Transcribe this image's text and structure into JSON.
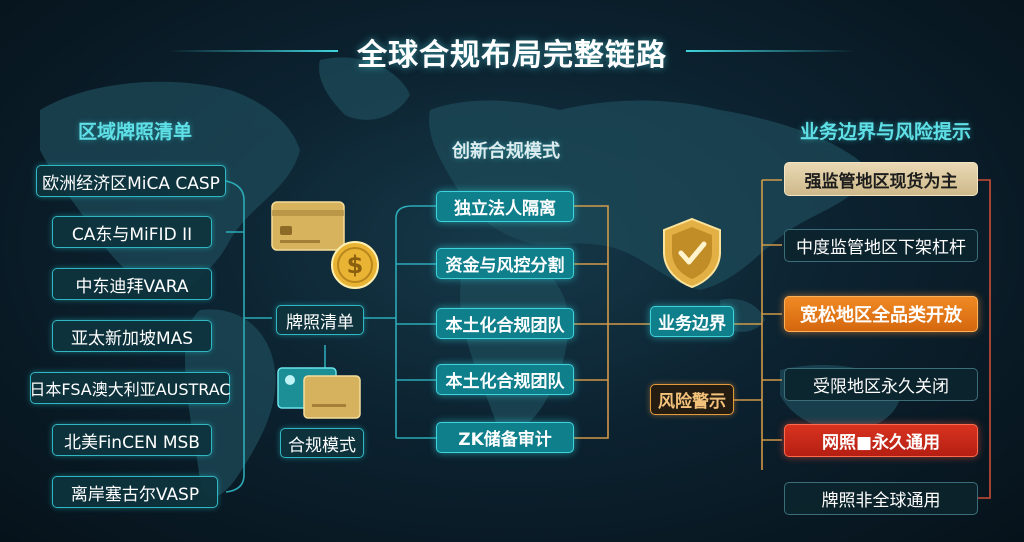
{
  "title": "全球合规布局完整链路",
  "left": {
    "heading": "区域牌照清单",
    "items": [
      "欧洲经济区MiCA CASP",
      "CA东与MiFID II",
      "中东迪拜VARA",
      "亚太新加坡MAS",
      "日本FSA澳大利亚AUSTRAC",
      "北美FinCEN MSB",
      "离岸塞古尔VASP"
    ]
  },
  "hub": {
    "license": "牌照清单",
    "mode": "合规模式"
  },
  "center": {
    "heading": "创新合规模式",
    "items": [
      "独立法人隔离",
      "资金与风控分割",
      "本土化合规团队",
      "本土化合规团队",
      "ZK储备审计"
    ]
  },
  "mid": {
    "boundary": "业务边界",
    "warning": "风险警示"
  },
  "right": {
    "heading": "业务边界与风险提示",
    "items": [
      "强监管地区现货为主",
      "中度监管地区下架杠杆",
      "宽松地区全品类开放",
      "受限地区永久关闭",
      "网照■永久通用",
      "牌照非全球通用"
    ]
  },
  "colors": {
    "accent": "#3fd4dc",
    "orange": "#f08a24",
    "red": "#d8331f",
    "gold": "#e6b54a"
  },
  "icons": [
    "gold-card-icon",
    "dollar-coin-icon",
    "teal-card-icon",
    "gold-shield-check-icon"
  ]
}
